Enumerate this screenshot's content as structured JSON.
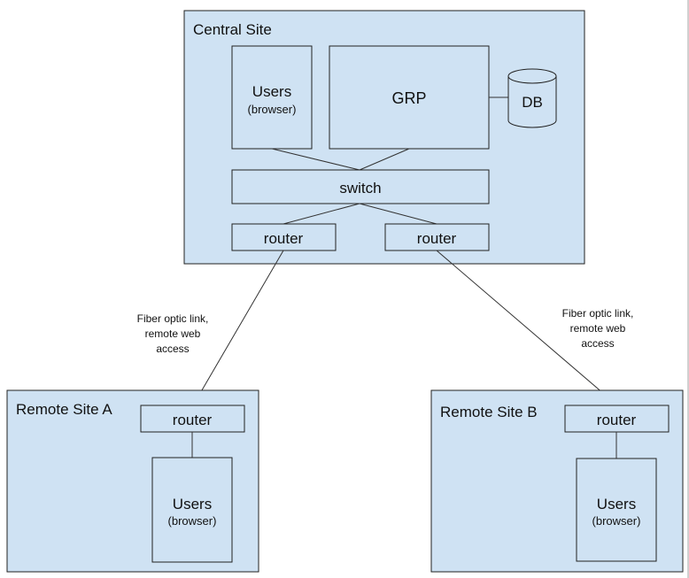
{
  "central_site": {
    "title": "Central Site",
    "users": {
      "main": "Users",
      "sub": "(browser)"
    },
    "grp": "GRP",
    "db": "DB",
    "switch": "switch",
    "router_left": "router",
    "router_right": "router"
  },
  "links": {
    "left": [
      "Fiber optic link,",
      "remote web",
      "access"
    ],
    "right": [
      "Fiber optic link,",
      "remote web",
      "access"
    ]
  },
  "remote_site_a": {
    "title": "Remote Site A",
    "router": "router",
    "users": {
      "main": "Users",
      "sub": "(browser)"
    }
  },
  "remote_site_b": {
    "title": "Remote Site B",
    "router": "router",
    "users": {
      "main": "Users",
      "sub": "(browser)"
    }
  }
}
